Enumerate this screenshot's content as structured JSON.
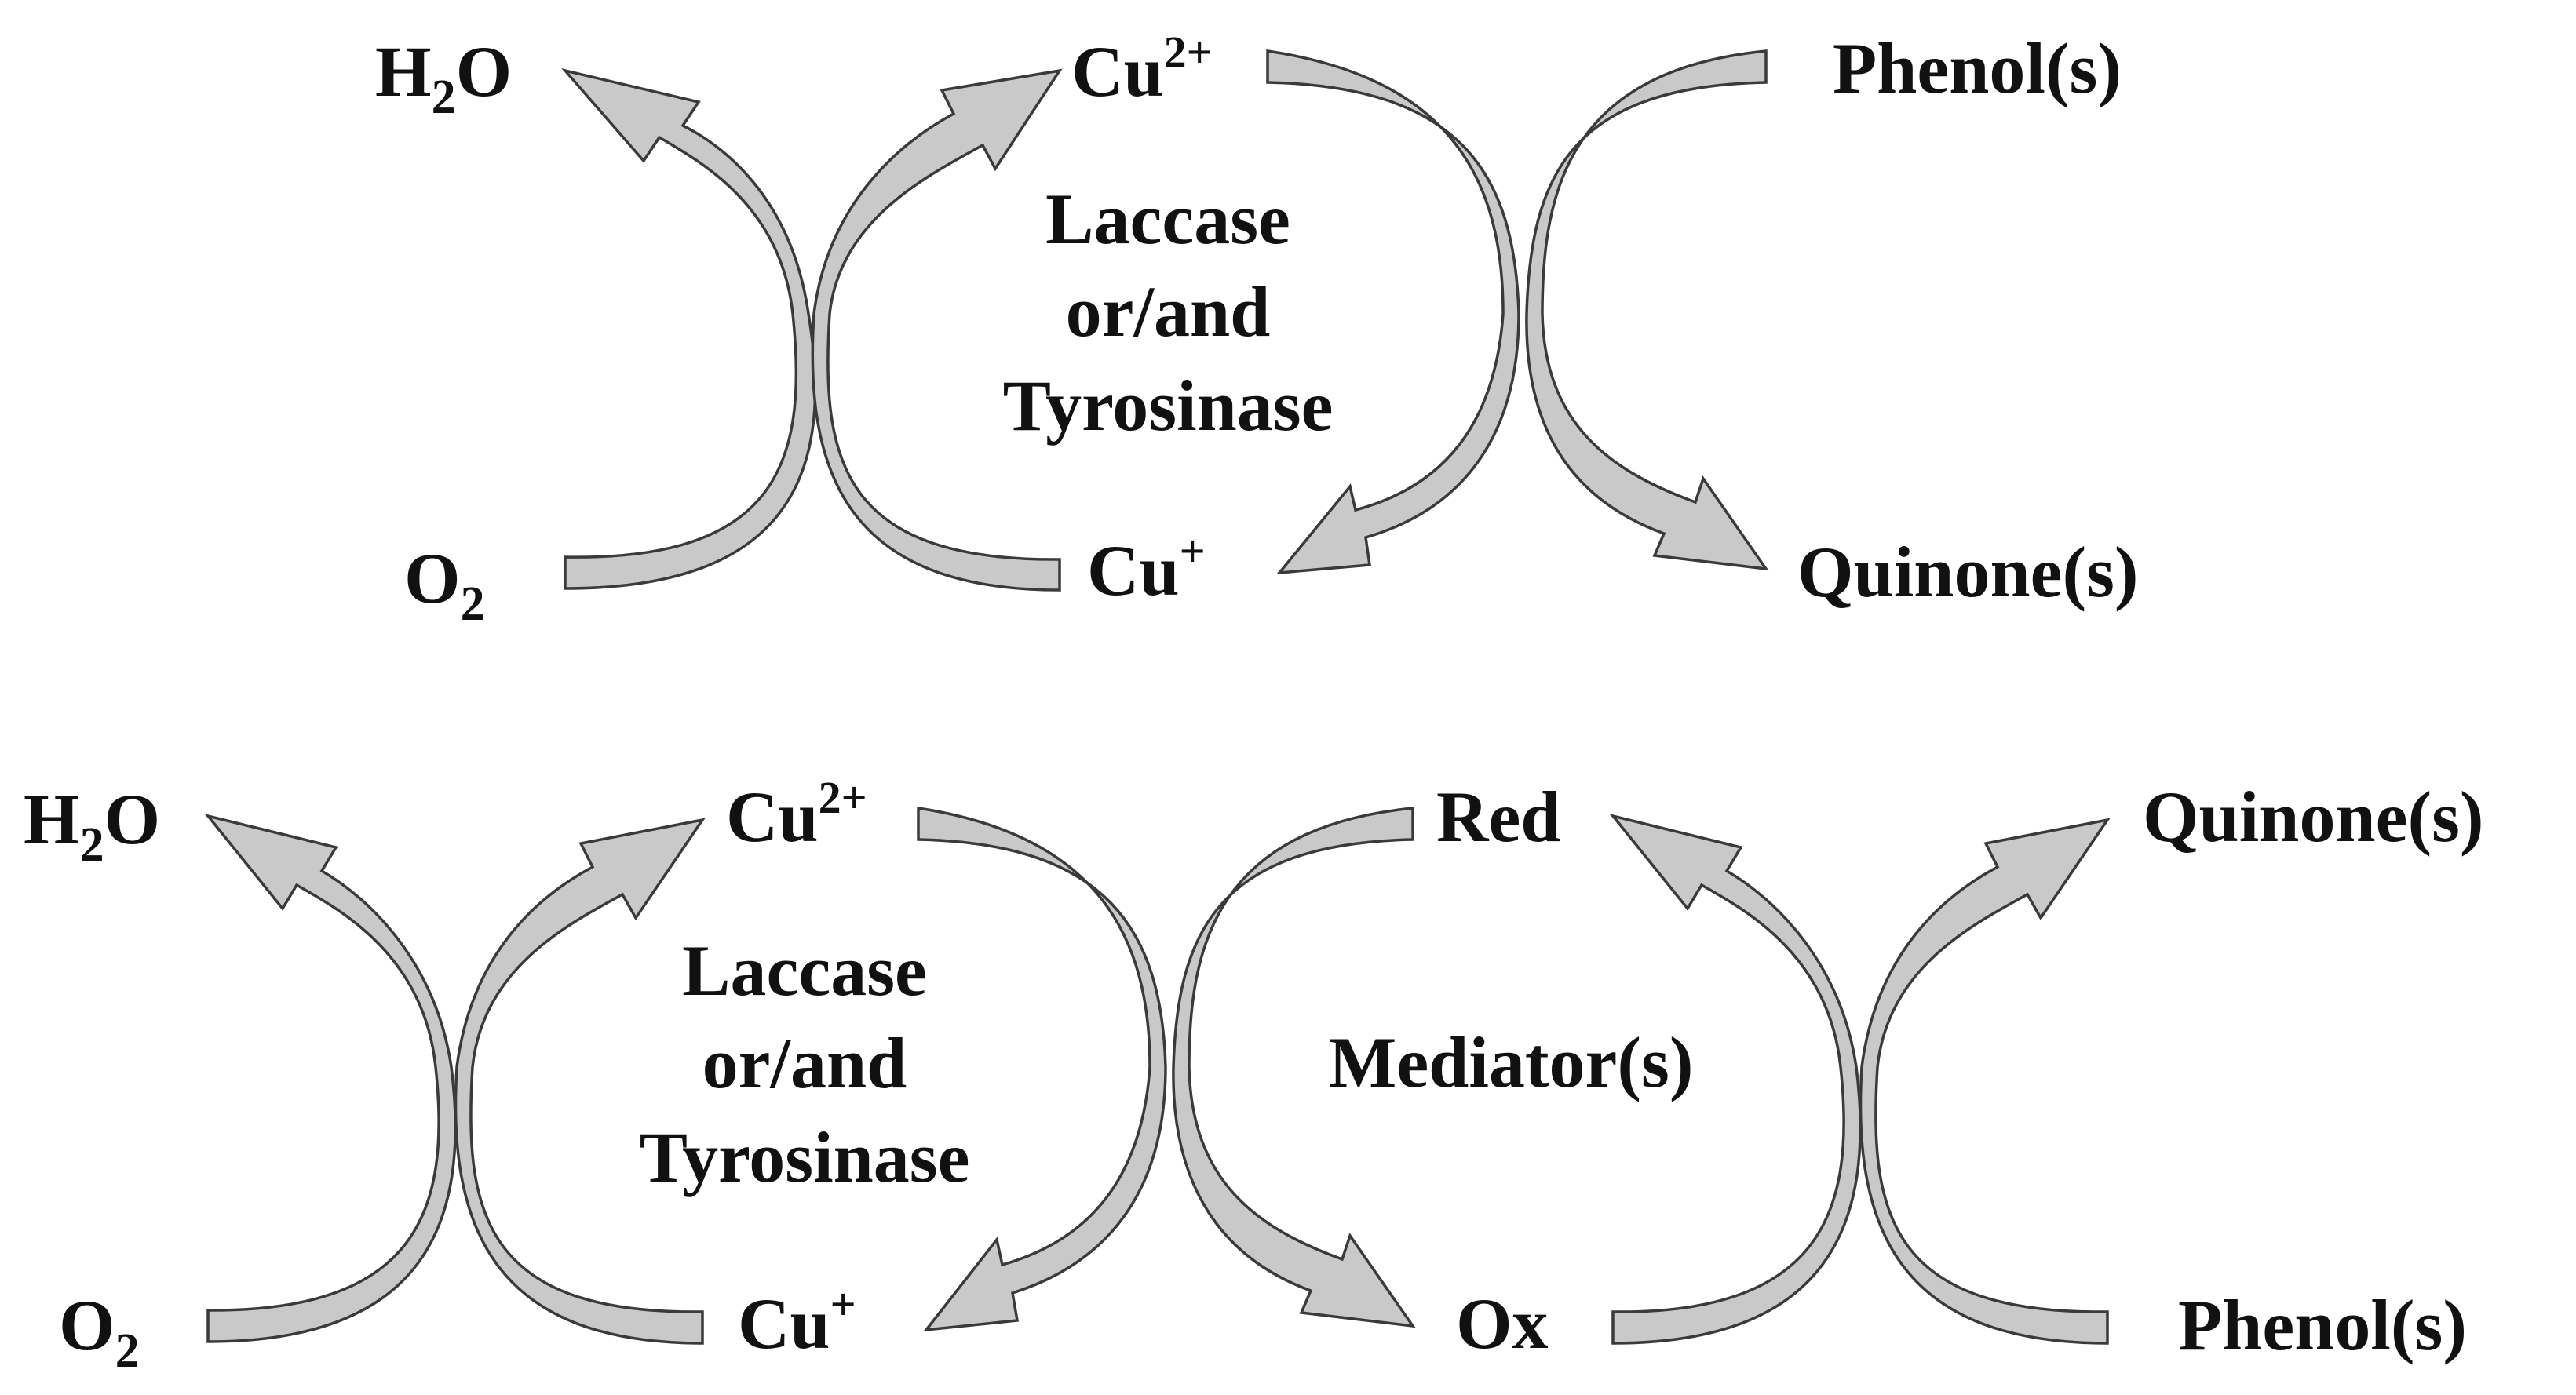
{
  "colors": {
    "arrow_fill": "#c9c9c9",
    "arrow_stroke": "#3a3a3a",
    "text": "#111111"
  },
  "top_cycle": {
    "h2o": {
      "base": "H",
      "sub": "2",
      "rest": "O"
    },
    "o2": {
      "base": "O",
      "sub": "2"
    },
    "cu2": {
      "base": "Cu",
      "sup": "2+"
    },
    "cu1": {
      "base": "Cu",
      "sup": "+"
    },
    "phenol": "Phenol(s)",
    "quinone": "Quinone(s)",
    "enzyme": [
      "Laccase",
      "or/and",
      "Tyrosinase"
    ]
  },
  "bottom_cycle": {
    "h2o": {
      "base": "H",
      "sub": "2",
      "rest": "O"
    },
    "o2": {
      "base": "O",
      "sub": "2"
    },
    "cu2": {
      "base": "Cu",
      "sup": "2+"
    },
    "cu1": {
      "base": "Cu",
      "sup": "+"
    },
    "enzyme": [
      "Laccase",
      "or/and",
      "Tyrosinase"
    ],
    "red": "Red",
    "ox": "Ox",
    "mediator": "Mediator(s)",
    "quinone": "Quinone(s)",
    "phenol": "Phenol(s)"
  }
}
